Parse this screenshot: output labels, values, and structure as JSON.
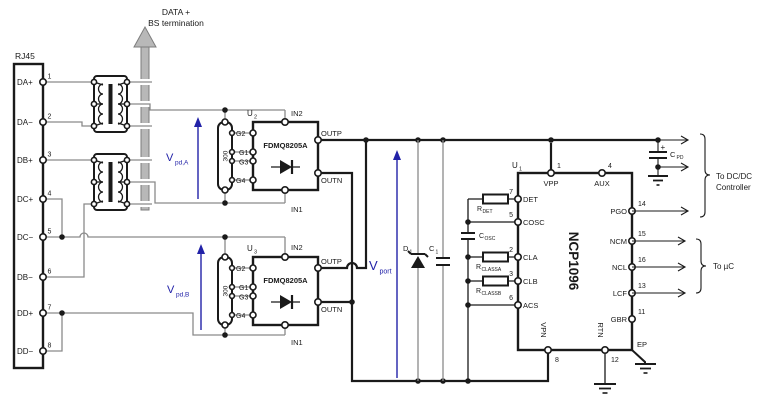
{
  "labels": {
    "data_plus": "DATA +",
    "bs_termination": "BS termination"
  },
  "rj45": {
    "title": "RJ45",
    "pins": [
      {
        "name": "DA+",
        "num": "1"
      },
      {
        "name": "DA−",
        "num": "2"
      },
      {
        "name": "DB+",
        "num": "3"
      },
      {
        "name": "DC+",
        "num": "4"
      },
      {
        "name": "DC−",
        "num": "5"
      },
      {
        "name": "DB−",
        "num": "6"
      },
      {
        "name": "DD+",
        "num": "7"
      },
      {
        "name": "DD−",
        "num": "8"
      }
    ]
  },
  "bridge_a": {
    "ref": "U",
    "ref_sub": "2",
    "part": "FDMQ8205A",
    "network": "300",
    "in2": "IN2",
    "in1": "IN1",
    "outp": "OUTP",
    "outn": "OUTN",
    "g2": "G2",
    "g1": "G1",
    "g3": "G3",
    "g4": "G4"
  },
  "bridge_b": {
    "ref": "U",
    "ref_sub": "3",
    "part": "FDMQ8205A",
    "network": "300",
    "in2": "IN2",
    "in1": "IN1",
    "outp": "OUTP",
    "outn": "OUTN",
    "g2": "G2",
    "g1": "G1",
    "g3": "G3",
    "g4": "G4"
  },
  "voltages": {
    "vpd_a": {
      "base": "V",
      "sub": "pd,A"
    },
    "vpd_b": {
      "base": "V",
      "sub": "pd,B"
    },
    "vport": {
      "base": "V",
      "sub": "port"
    }
  },
  "diode_d1": {
    "base": "D",
    "sub": "1"
  },
  "cap_c1": {
    "base": "C",
    "sub": "1"
  },
  "cap_cpd": {
    "base": "C",
    "sub": "PD",
    "plus": "+"
  },
  "passives": {
    "r_det": {
      "base": "R",
      "sub": "DET"
    },
    "c_osc": {
      "base": "C",
      "sub": "OSC"
    },
    "r_classa": {
      "base": "R",
      "sub": "CLASSA"
    },
    "r_classb": {
      "base": "R",
      "sub": "CLASSB"
    }
  },
  "controller": {
    "ref": "U",
    "ref_sub": "1",
    "part": "NCP1096",
    "pins": {
      "vpp": {
        "name": "VPP",
        "num": "1"
      },
      "aux": {
        "name": "AUX",
        "num": "4"
      },
      "det": {
        "name": "DET",
        "num": "7"
      },
      "cosc": {
        "name": "COSC",
        "num": "5"
      },
      "cla": {
        "name": "CLA",
        "num": "2"
      },
      "clb": {
        "name": "CLB",
        "num": "3"
      },
      "acs": {
        "name": "ACS",
        "num": "6"
      },
      "pgo": {
        "name": "PGO",
        "num": "14"
      },
      "ncm": {
        "name": "NCM",
        "num": "15"
      },
      "ncl": {
        "name": "NCL",
        "num": "16"
      },
      "lcf": {
        "name": "LCF",
        "num": "13"
      },
      "gbr": {
        "name": "GBR",
        "num": "11"
      },
      "vpn": {
        "name": "VPN",
        "num": "8"
      },
      "rtn": {
        "name": "RTN",
        "num": "12"
      },
      "ep": "EP"
    }
  },
  "outputs": {
    "dcdc_line1": "To DC/DC",
    "dcdc_line2": "Controller",
    "uc": "To µC"
  }
}
